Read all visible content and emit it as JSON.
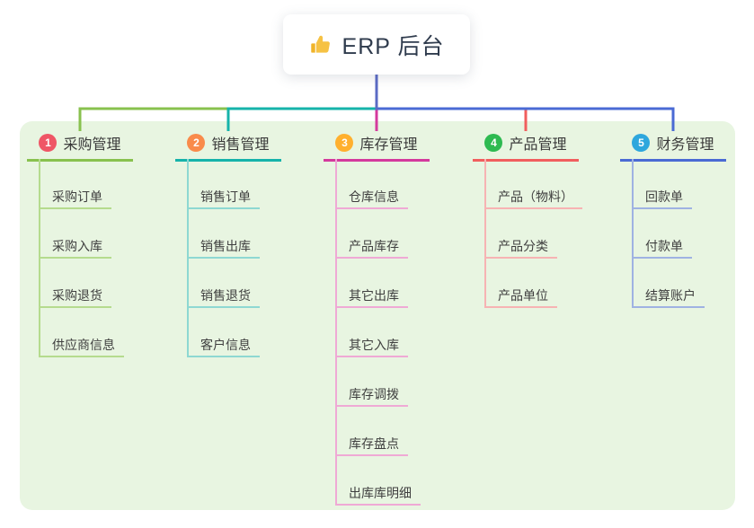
{
  "root": {
    "icon": "thumbs-up",
    "title": "ERP 后台"
  },
  "colors": {
    "panel_background": "#e8f5e1",
    "root_connector": "#5b6bc5",
    "icon_yellow": "#f6c244",
    "title_text": "#2f3b4d",
    "node_text": "#3f3f3f"
  },
  "branches": [
    {
      "badge": "1",
      "label": "采购管理",
      "line_color": "#88c14e",
      "light_color": "#b5db8e",
      "badge_color": "#ef5666",
      "children": [
        "采购订单",
        "采购入库",
        "采购退货",
        "供应商信息"
      ]
    },
    {
      "badge": "2",
      "label": "销售管理",
      "line_color": "#16b3aa",
      "light_color": "#8ed8d2",
      "badge_color": "#f98b4b",
      "children": [
        "销售订单",
        "销售出库",
        "销售退货",
        "客户信息"
      ]
    },
    {
      "badge": "3",
      "label": "库存管理",
      "line_color": "#d43a9d",
      "light_color": "#efa9d5",
      "badge_color": "#ffb02e",
      "children": [
        "仓库信息",
        "产品库存",
        "其它出库",
        "其它入库",
        "库存调拨",
        "库存盘点",
        "出库库明细"
      ]
    },
    {
      "badge": "4",
      "label": "产品管理",
      "line_color": "#f15e5e",
      "light_color": "#f7b3b3",
      "badge_color": "#2eba51",
      "children": [
        "产品（物料）",
        "产品分类",
        "产品单位"
      ]
    },
    {
      "badge": "5",
      "label": "财务管理",
      "line_color": "#4a6ad4",
      "light_color": "#9fb2e2",
      "badge_color": "#2ea7dd",
      "children": [
        "回款单",
        "付款单",
        "结算账户"
      ]
    }
  ]
}
